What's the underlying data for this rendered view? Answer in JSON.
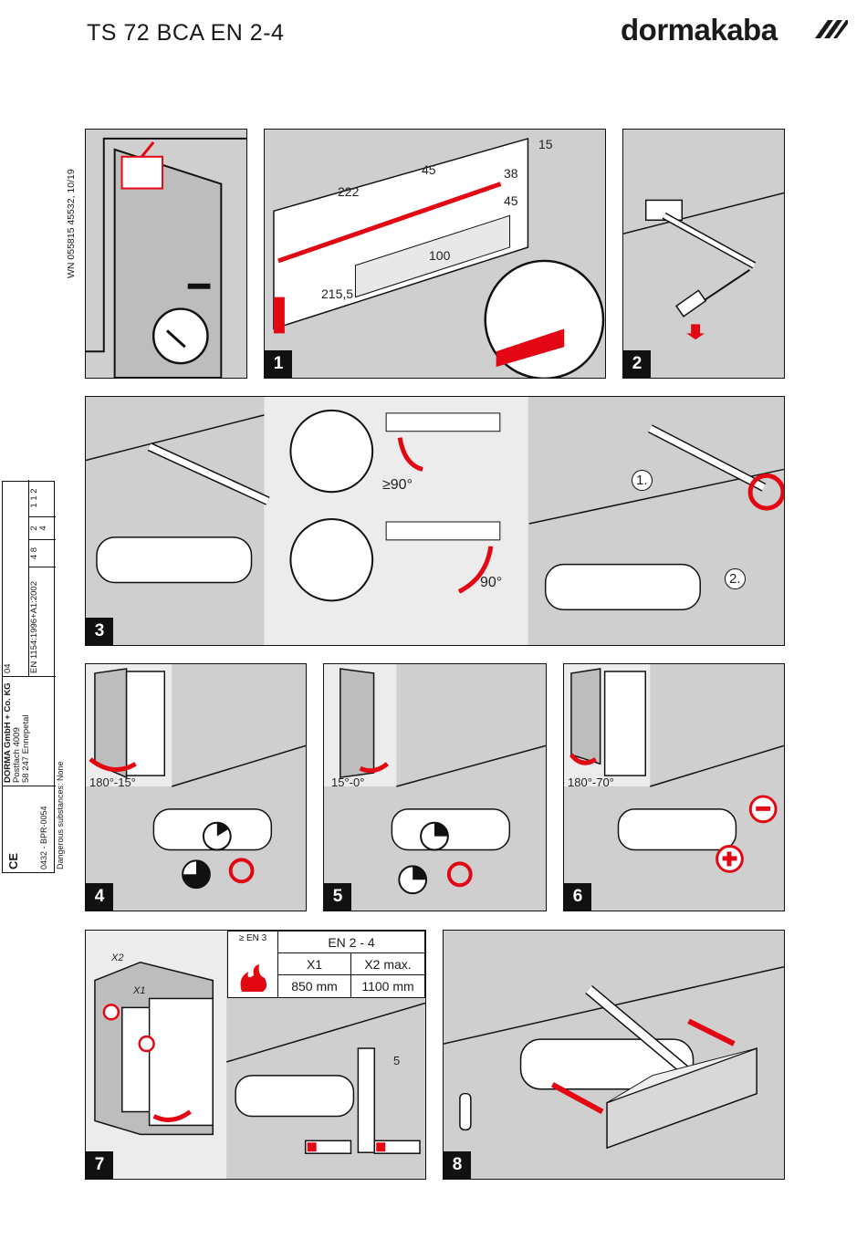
{
  "header": {
    "title": "TS 72 BCA EN 2-4",
    "brand": "dormakaba"
  },
  "doc_code": "WN 055815 45532, 10/19",
  "spec_table": {
    "company": "DORMA GmbH + Co. KG",
    "address1": "Postfach 4009",
    "address2": "58 247 Ennepetal",
    "year": "04",
    "standard": "EN 1154:1996+A1:2002",
    "cert": "0432 - BPR-0054",
    "ce": "CE",
    "dangerous": "Dangerous substances: None",
    "classes": [
      "4",
      "8",
      "2",
      "4",
      "1",
      "1",
      "2"
    ]
  },
  "panels": {
    "p1": {
      "number": "1",
      "dims": [
        "222",
        "45",
        "38",
        "15",
        "45",
        "100",
        "215,5"
      ]
    },
    "p2": {
      "number": "2"
    },
    "p3": {
      "number": "3",
      "angles": [
        "≥90°",
        "90°"
      ],
      "steps": [
        "1.",
        "2."
      ]
    },
    "p4": {
      "number": "4",
      "angle": "180°-15°"
    },
    "p5": {
      "number": "5",
      "angle": "15°-0°"
    },
    "p6": {
      "number": "6",
      "angle": "180°-70°"
    },
    "p7": {
      "number": "7",
      "x_labels": [
        "X2",
        "X1"
      ],
      "table": {
        "fire": "≥ EN 3",
        "header": "EN 2 - 4",
        "col1": "X1",
        "col2": "X2 max.",
        "val1": "850 mm",
        "val2": "1100 mm"
      },
      "hex": "5"
    },
    "p8": {
      "number": "8"
    }
  },
  "colors": {
    "accent": "#e30613",
    "panel_bg": "#cfcfcf",
    "wall": "#bdbdbd",
    "ink": "#111111"
  }
}
